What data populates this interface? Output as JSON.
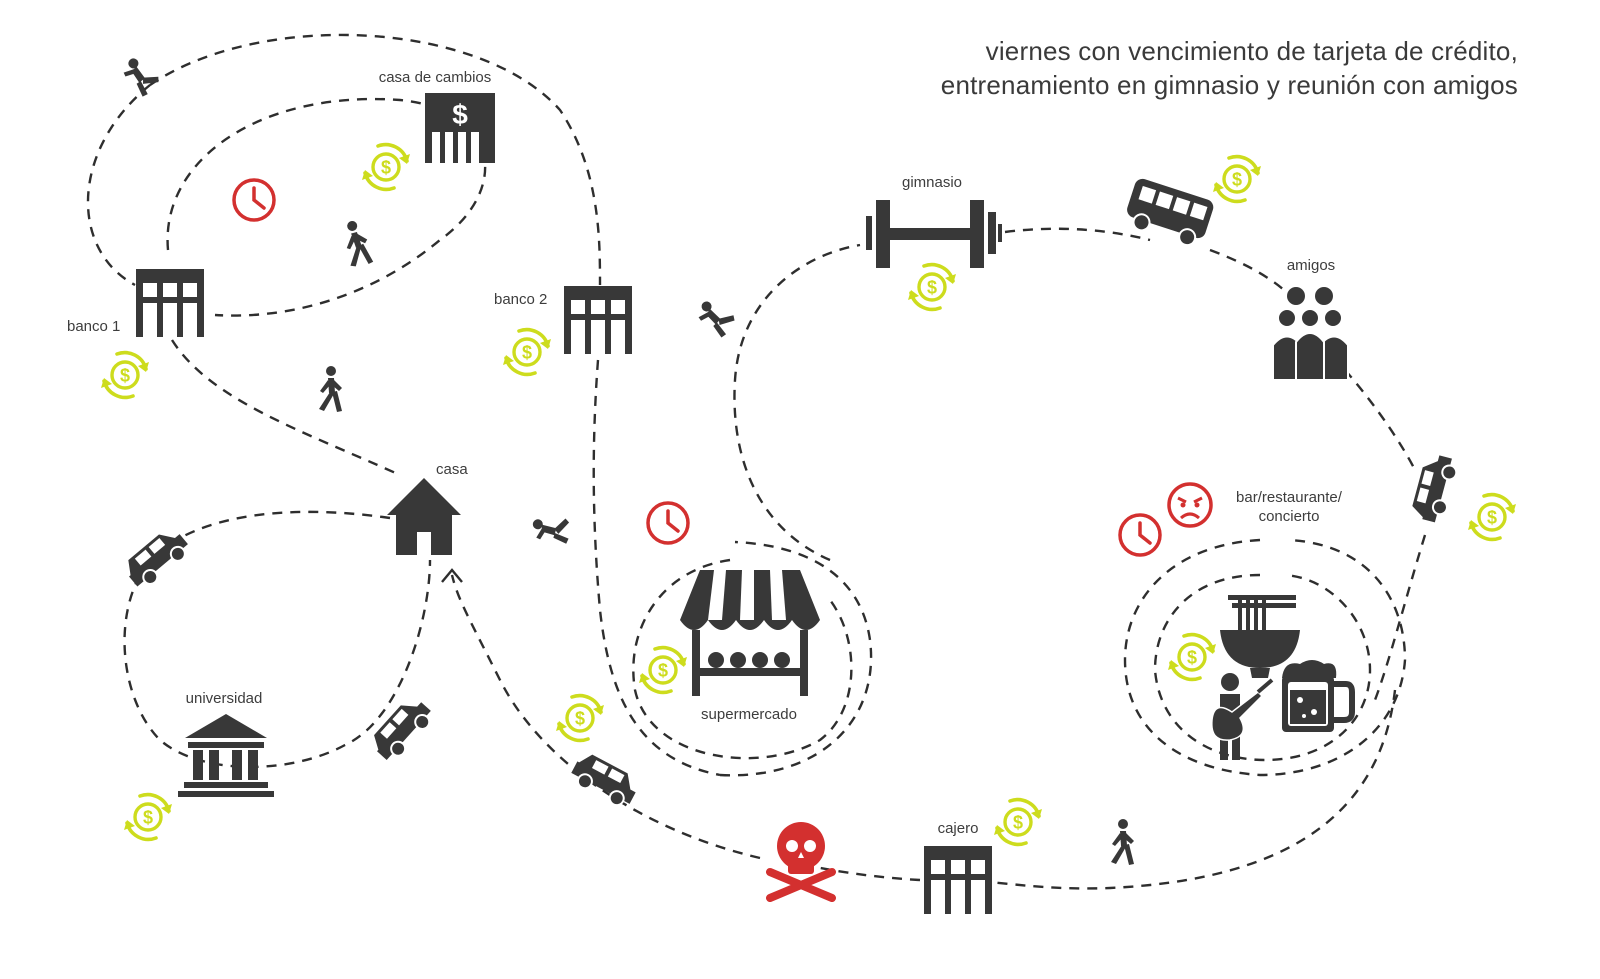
{
  "title": {
    "line1": "viernes con vencimiento de tarjeta de crédito,",
    "line2": "entrenamiento en gimnasio y reunión con amigos"
  },
  "places": {
    "casa_de_cambios": "casa de cambios",
    "banco_1": "banco 1",
    "banco_2": "banco 2",
    "casa": "casa",
    "universidad": "universidad",
    "supermercado": "supermercado",
    "gimnasio": "gimnasio",
    "amigos": "amigos",
    "bar": [
      "bar/restaurante/",
      "concierto"
    ],
    "cajero": "cajero"
  },
  "colors": {
    "ink": "#383838",
    "alert": "#d3302f",
    "money": "#cddc1d"
  },
  "icons": {
    "exchange_sign": "$",
    "coin_sign": "$"
  }
}
